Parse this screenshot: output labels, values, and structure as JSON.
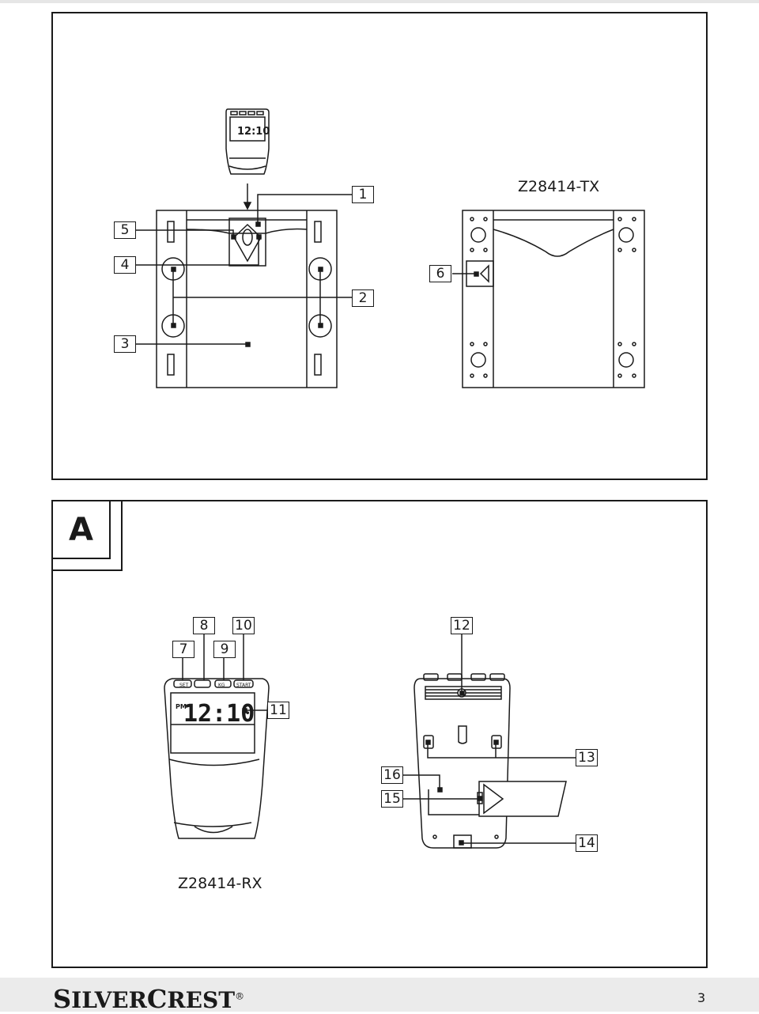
{
  "section": {
    "tab_label": "A"
  },
  "transmitter": {
    "model": "Z28414-TX",
    "display_time": "12:10",
    "callouts": [
      "1",
      "2",
      "3",
      "4",
      "5",
      "6"
    ]
  },
  "receiver": {
    "model": "Z28414-RX",
    "display_time": "12:10",
    "display_indicator": "PM",
    "buttons": [
      "SET",
      "",
      "KG",
      "START"
    ],
    "callouts": [
      "7",
      "8",
      "9",
      "10",
      "11",
      "12",
      "13",
      "14",
      "15",
      "16"
    ]
  },
  "footer": {
    "brand": "SilverCrest",
    "brand_s": "S",
    "brand_ilver": "ILVER",
    "brand_c": "C",
    "brand_rest": "REST",
    "registered": "®",
    "page_number": "3"
  }
}
